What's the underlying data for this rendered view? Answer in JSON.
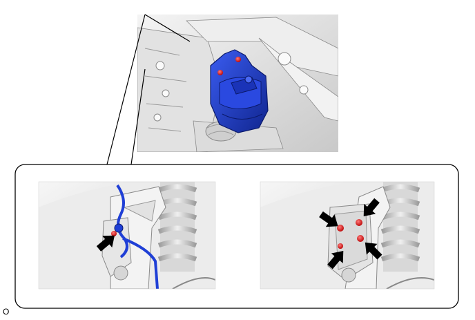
{
  "figure": {
    "code": "O",
    "colors": {
      "part_highlight": "#1f3fd6",
      "part_shadow": "#10258f",
      "bolt": "#e01616",
      "arrow": "#000000",
      "line": "#000000",
      "component_gray": "#e6e6e6",
      "component_dark": "#b5b5b5"
    },
    "callouts": {
      "left_detail": {
        "arrow_count": 1,
        "bolt_count": 1
      },
      "right_detail": {
        "arrow_count": 4,
        "bolt_count": 4
      }
    }
  }
}
